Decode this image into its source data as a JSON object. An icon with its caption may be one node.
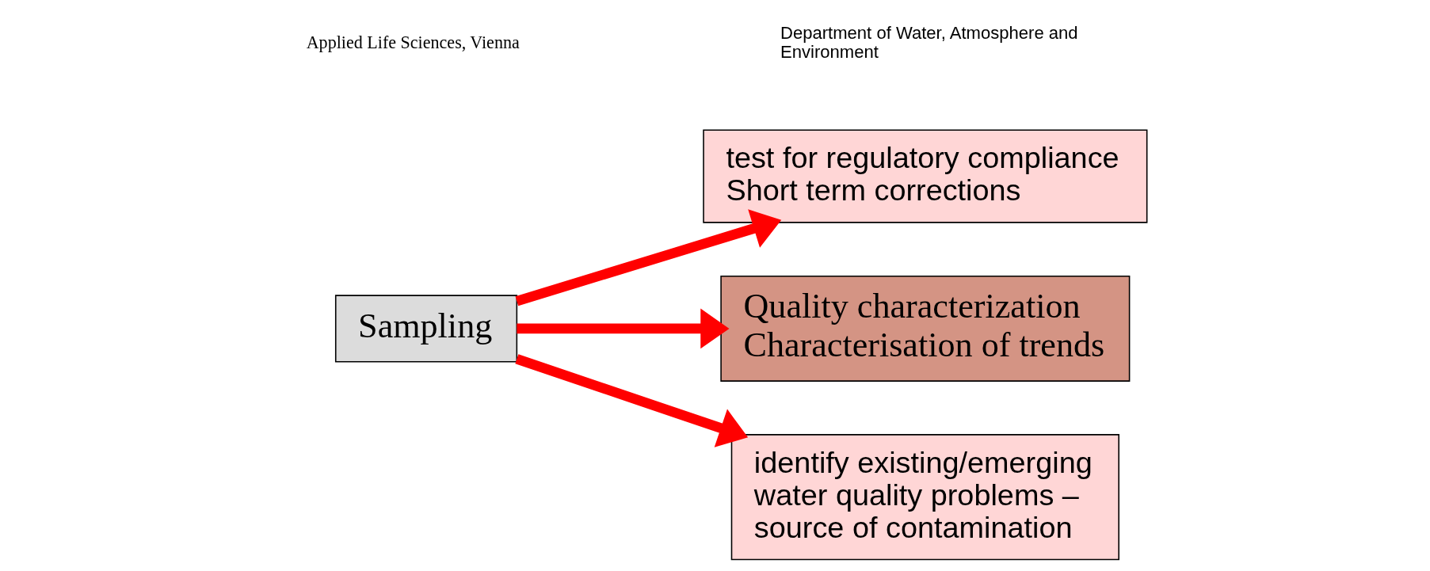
{
  "diagram": {
    "nodes": [
      {
        "text": [
          "Sampling"
        ]
      },
      {
        "text": [
          "test for regulatory compliance Short term corrections"
        ]
      },
      {
        "text": [
          "Quality characterization Characterisation of trends"
        ]
      },
      {
        "text": [
          "identify existing/emerging water quality problems – source of contamination"
        ]
      }
    ],
    "edges": [
      {
        "from": 0,
        "to": 1,
        "arrow": "to",
        "color": "#ff0000"
      },
      {
        "from": 0,
        "to": 2,
        "arrow": "to",
        "color": "#ff0000"
      },
      {
        "from": 0,
        "to": 3,
        "arrow": "to",
        "color": "#ff0000"
      }
    ],
    "labels": [
      "Applied Life Sciences, Vienna",
      "Department of Water, Atmosphere and Environment"
    ]
  }
}
